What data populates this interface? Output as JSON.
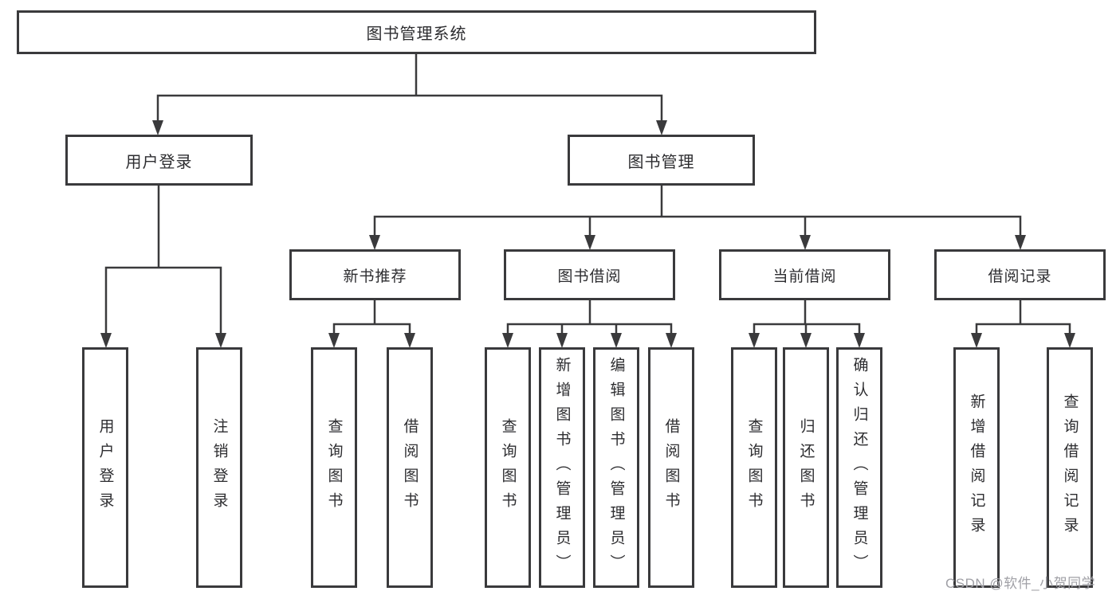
{
  "diagram_title": "图书管理系统",
  "colors": {
    "line": "#3a3a3c",
    "box_border": "#3a3a3c",
    "text": "#2d2d30",
    "background": "#ffffff",
    "watermark": "#a0a0a6"
  },
  "nodes": {
    "root": "图书管理系统",
    "login": "用户登录",
    "management": "图书管理",
    "l2": [
      "新书推荐",
      "图书借阅",
      "当前借阅",
      "借阅记录"
    ],
    "login_children": [
      "用户登录",
      "注销登录"
    ],
    "recommend_children": [
      "查询图书",
      "借阅图书"
    ],
    "borrow_children": [
      "查询图书",
      "新增图书（管理员）",
      "编辑图书（管理员）",
      "借阅图书"
    ],
    "current_children": [
      "查询图书",
      "归还图书",
      "确认归还（管理员）"
    ],
    "record_children": [
      "新增借阅记录",
      "查询借阅记录"
    ]
  },
  "watermark": "CSDN @软件_小贺同学"
}
